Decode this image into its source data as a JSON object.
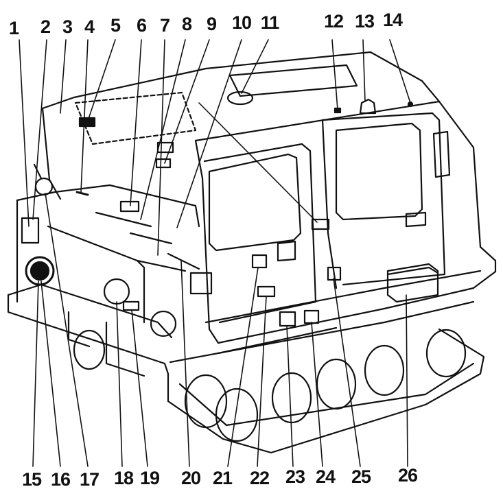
{
  "diagram": {
    "callouts_top": [
      {
        "id": "c1",
        "label": "1"
      },
      {
        "id": "c2",
        "label": "2"
      },
      {
        "id": "c3",
        "label": "3"
      },
      {
        "id": "c4",
        "label": "4"
      },
      {
        "id": "c5",
        "label": "5"
      },
      {
        "id": "c6",
        "label": "6"
      },
      {
        "id": "c7",
        "label": "7"
      },
      {
        "id": "c8",
        "label": "8"
      },
      {
        "id": "c9",
        "label": "9"
      },
      {
        "id": "c10",
        "label": "10"
      },
      {
        "id": "c11",
        "label": "11"
      },
      {
        "id": "c12",
        "label": "12"
      },
      {
        "id": "c13",
        "label": "13"
      },
      {
        "id": "c14",
        "label": "14"
      }
    ],
    "callouts_bottom": [
      {
        "id": "c15",
        "label": "15"
      },
      {
        "id": "c16",
        "label": "16"
      },
      {
        "id": "c17",
        "label": "17"
      },
      {
        "id": "c18",
        "label": "18"
      },
      {
        "id": "c19",
        "label": "19"
      },
      {
        "id": "c20",
        "label": "20"
      },
      {
        "id": "c21",
        "label": "21"
      },
      {
        "id": "c22",
        "label": "22"
      },
      {
        "id": "c23",
        "label": "23"
      },
      {
        "id": "c24",
        "label": "24"
      },
      {
        "id": "c25",
        "label": "25"
      },
      {
        "id": "c26",
        "label": "26"
      }
    ],
    "colors": {
      "ink": "#111111",
      "paper": "#ffffff"
    }
  }
}
